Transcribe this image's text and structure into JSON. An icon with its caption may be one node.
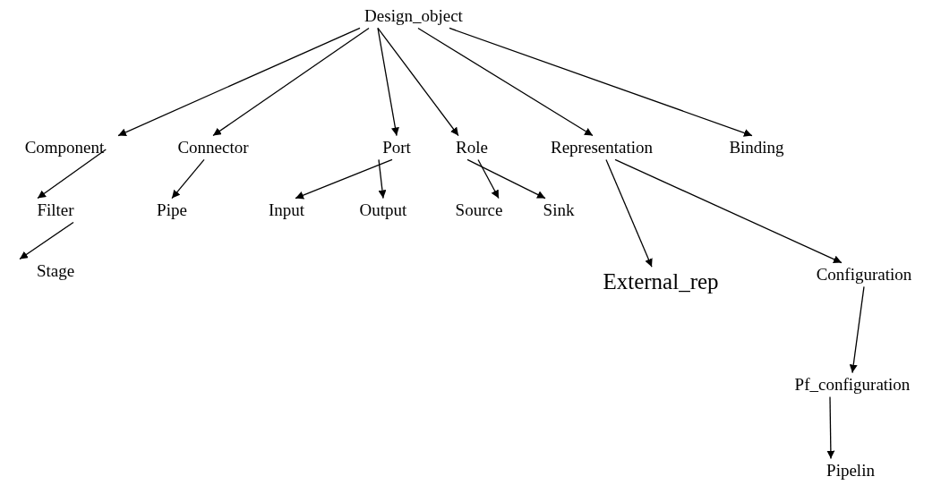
{
  "diagram": {
    "nodes": [
      {
        "text": [
          "Design_object"
        ]
      },
      {
        "text": [
          "Component"
        ]
      },
      {
        "text": [
          "Connector"
        ]
      },
      {
        "text": [
          "Port"
        ]
      },
      {
        "text": [
          "Role"
        ]
      },
      {
        "text": [
          "Representation"
        ]
      },
      {
        "text": [
          "Binding"
        ]
      },
      {
        "text": [
          "Filter"
        ]
      },
      {
        "text": [
          "Pipe"
        ]
      },
      {
        "text": [
          "Input"
        ]
      },
      {
        "text": [
          "Output"
        ]
      },
      {
        "text": [
          "Source"
        ]
      },
      {
        "text": [
          "Sink"
        ]
      },
      {
        "text": [
          "External_rep"
        ]
      },
      {
        "text": [
          "Configuration"
        ]
      },
      {
        "text": [
          "Stage"
        ]
      },
      {
        "text": [
          "Pf_configuration"
        ]
      },
      {
        "text": [
          "Pipelin"
        ]
      }
    ],
    "edges": [
      {
        "from": 0,
        "to": 1,
        "arrow": "to"
      },
      {
        "from": 0,
        "to": 2,
        "arrow": "to"
      },
      {
        "from": 0,
        "to": 3,
        "arrow": "to"
      },
      {
        "from": 0,
        "to": 4,
        "arrow": "to"
      },
      {
        "from": 0,
        "to": 5,
        "arrow": "to"
      },
      {
        "from": 0,
        "to": 6,
        "arrow": "to"
      },
      {
        "from": 1,
        "to": 7,
        "arrow": "to"
      },
      {
        "from": 2,
        "to": 8,
        "arrow": "to"
      },
      {
        "from": 3,
        "to": 9,
        "arrow": "to"
      },
      {
        "from": 3,
        "to": 10,
        "arrow": "to"
      },
      {
        "from": 4,
        "to": 11,
        "arrow": "to"
      },
      {
        "from": 4,
        "to": 12,
        "arrow": "to"
      },
      {
        "from": 5,
        "to": 13,
        "arrow": "to"
      },
      {
        "from": 5,
        "to": 14,
        "arrow": "to"
      },
      {
        "from": 7,
        "to": 15,
        "arrow": "to"
      },
      {
        "from": 14,
        "to": 16,
        "arrow": "to"
      },
      {
        "from": 16,
        "to": 17,
        "arrow": "to"
      }
    ]
  }
}
